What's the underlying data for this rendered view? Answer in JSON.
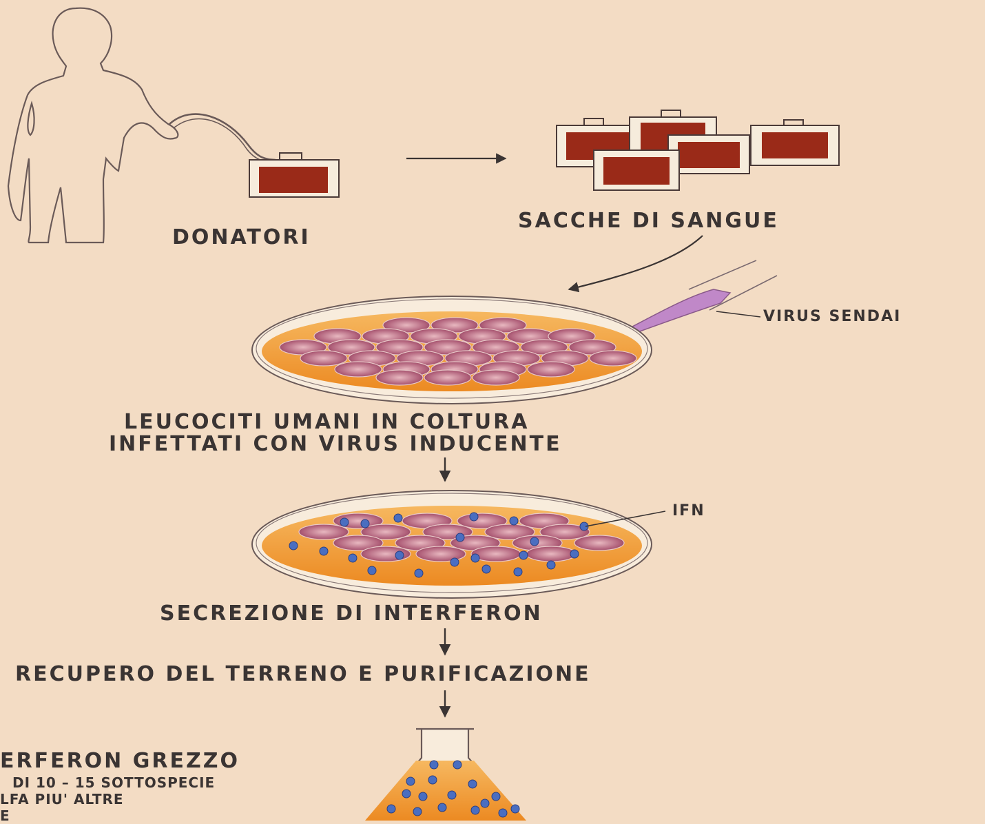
{
  "labels": {
    "donors": "DONATORI",
    "blood_bags": "SACCHE  DI  SANGUE",
    "virus_sendai": "VIRUS  SENDAI",
    "culture_line1": "LEUCOCITI  UMANI  IN  COLTURA",
    "culture_line2": "INFETTATI  CON  VIRUS  INDUCENTE",
    "ifn": "IFN",
    "secretion": "SECREZIONE  DI  INTERFERON",
    "recovery": "RECUPERO  DEL  TERRENO  E  PURIFICAZIONE",
    "crude_title": "ERFERON  GREZZO",
    "crude_line1": "DI  10 – 15  SOTTOSPECIE",
    "crude_line2": "LFA  PIU'  ALTRE",
    "crude_line3": "E"
  },
  "colors": {
    "background": "#f3dcc4",
    "blood": "#9a2a18",
    "culture_medium": "#f0a040",
    "leukocyte": "#b0607a",
    "interferon": "#4a6ec0",
    "text": "#3a3433"
  }
}
